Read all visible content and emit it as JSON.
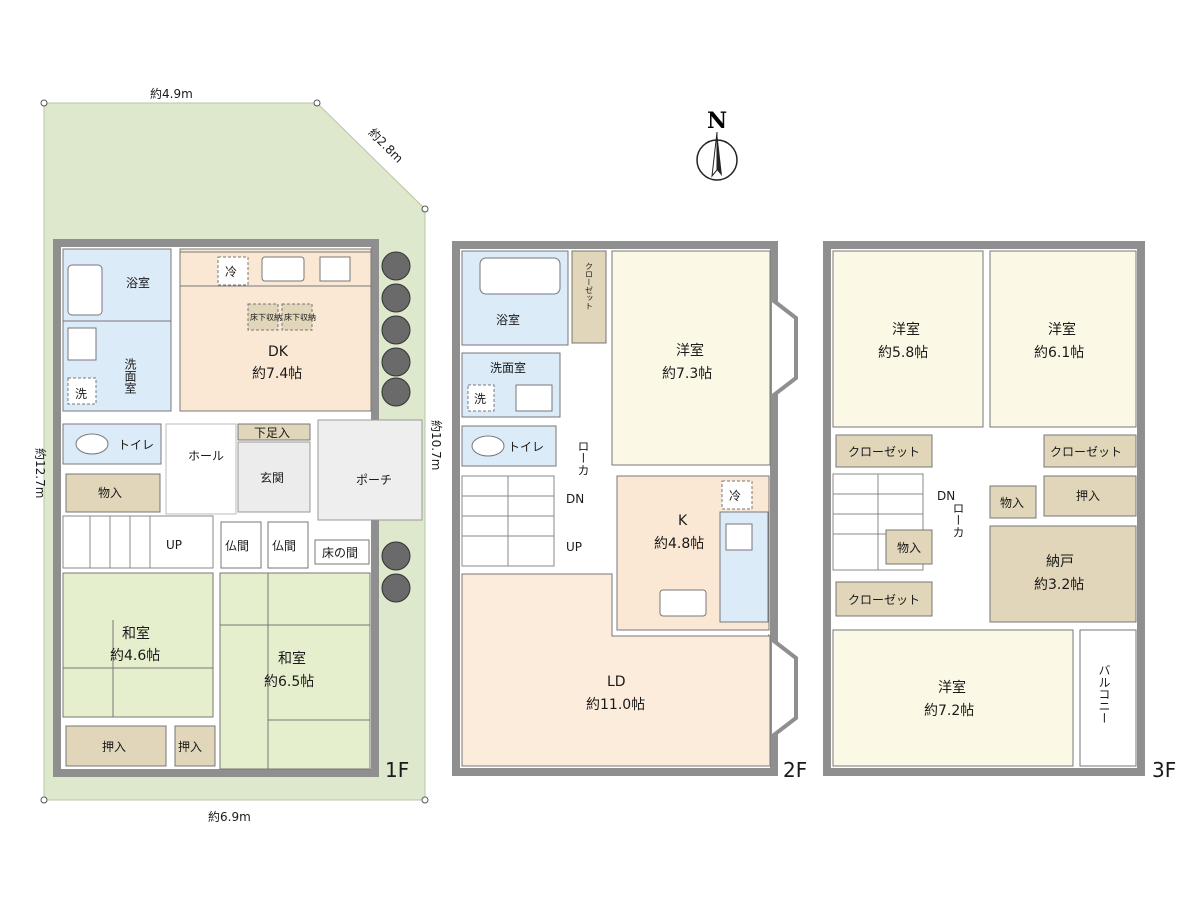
{
  "colors": {
    "lot": "#dde8cc",
    "wall": "#8f8f8f",
    "wet": "#dcebf8",
    "dk": "#fbe8d4",
    "western": "#fbf8e6",
    "tatami": "#e6efcd",
    "storage": "#e1d6b9",
    "tile": "#ececec",
    "ld": "#fcecdc"
  },
  "compass": {
    "label": "N",
    "icon": "north-arrow-icon"
  },
  "lot": {
    "top_width": "約4.9m",
    "diagonal": "約2.8m",
    "left_depth": "約12.7m",
    "right_depth": "約10.7m",
    "bottom_width": "約6.9m"
  },
  "floor1": {
    "label": "1F",
    "rooms": {
      "bath": "浴室",
      "fridge": "冷",
      "underfloor": "床下収納",
      "dk_name": "DK",
      "dk_size": "約7.4帖",
      "washroom": "洗面室",
      "washer": "洗",
      "toilet": "トイレ",
      "hall": "ホール",
      "shoe_storage": "下足入",
      "entrance": "玄関",
      "porch": "ポーチ",
      "closet": "物入",
      "up": "UP",
      "butsuma": "仏間",
      "tokonoma": "床の間",
      "washitsu1": "和室",
      "washitsu1_size": "約4.6帖",
      "washitsu2": "和室",
      "washitsu2_size": "約6.5帖",
      "oshiire": "押入"
    }
  },
  "floor2": {
    "label": "2F",
    "rooms": {
      "bath": "浴室",
      "closet_v": "クローゼット",
      "youshitsu": "洋室",
      "youshitsu_size": "約7.3帖",
      "washroom": "洗面室",
      "washer": "洗",
      "toilet": "トイレ",
      "corridor": "ローカ",
      "dn": "DN",
      "up": "UP",
      "fridge": "冷",
      "k_name": "K",
      "k_size": "約4.8帖",
      "ld_name": "LD",
      "ld_size": "約11.0帖"
    }
  },
  "floor3": {
    "label": "3F",
    "rooms": {
      "youshitsu_a": "洋室",
      "youshitsu_a_size": "約5.8帖",
      "youshitsu_b": "洋室",
      "youshitsu_b_size": "約6.1帖",
      "closet": "クローゼット",
      "dn": "DN",
      "corridor": "ローカ",
      "monoire": "物入",
      "oshiire": "押入",
      "nando": "納戸",
      "nando_size": "約3.2帖",
      "youshitsu_c": "洋室",
      "youshitsu_c_size": "約7.2帖",
      "balcony": "バルコニー"
    }
  }
}
